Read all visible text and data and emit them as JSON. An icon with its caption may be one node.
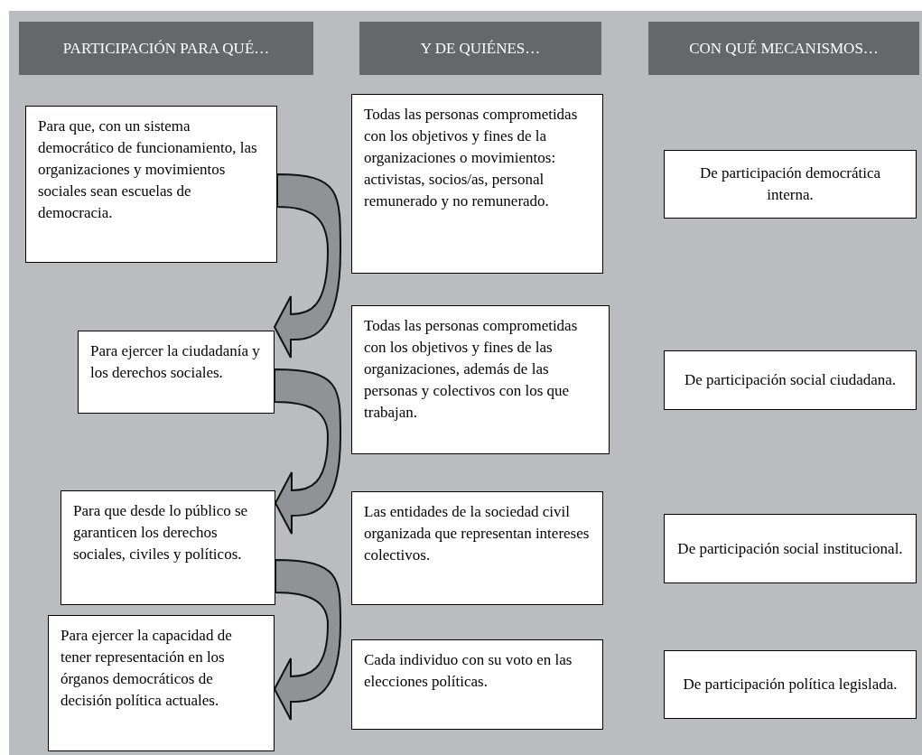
{
  "diagram": {
    "nodes": [
      {
        "text": [
          "PARTICIPACIÓN PARA QUÉ…"
        ]
      },
      {
        "text": [
          "Y DE QUIÉNES…"
        ]
      },
      {
        "text": [
          "CON QUÉ MECANISMOS…"
        ]
      },
      {
        "text": [
          "Para que, con un sistema democrático de funcionamiento, las organizaciones y movimientos sociales sean escuelas de democracia."
        ]
      },
      {
        "text": [
          "Para ejercer la ciudadanía y los derechos sociales."
        ]
      },
      {
        "text": [
          "Para que desde lo público se garanticen los derechos sociales, civiles y políticos."
        ]
      },
      {
        "text": [
          "Para ejercer la capacidad de tener representación en los órganos democráticos de decisión política actuales."
        ]
      },
      {
        "text": [
          "Todas las personas comprometidas con los objetivos y fines de la organizaciones o movimientos: activistas, socios/as, personal remunerado y no remunerado."
        ]
      },
      {
        "text": [
          "Todas las personas comprometidas con los objetivos y fines de las organizaciones, además de las personas y colectivos con los que trabajan."
        ]
      },
      {
        "text": [
          "Las entidades de la sociedad civil organizada que representan intereses colectivos."
        ]
      },
      {
        "text": [
          "Cada individuo con su voto en las elecciones políticas."
        ]
      },
      {
        "text": [
          "De participación democrática interna."
        ]
      },
      {
        "text": [
          "De participación social ciudadana."
        ]
      },
      {
        "text": [
          "De participación social institucional."
        ]
      },
      {
        "text": [
          "De participación política legislada."
        ]
      }
    ],
    "edges": [
      {
        "from": 3,
        "to": 4,
        "arrow": "to"
      },
      {
        "from": 4,
        "to": 5,
        "arrow": "to"
      },
      {
        "from": 5,
        "to": 6,
        "arrow": "to"
      }
    ]
  }
}
